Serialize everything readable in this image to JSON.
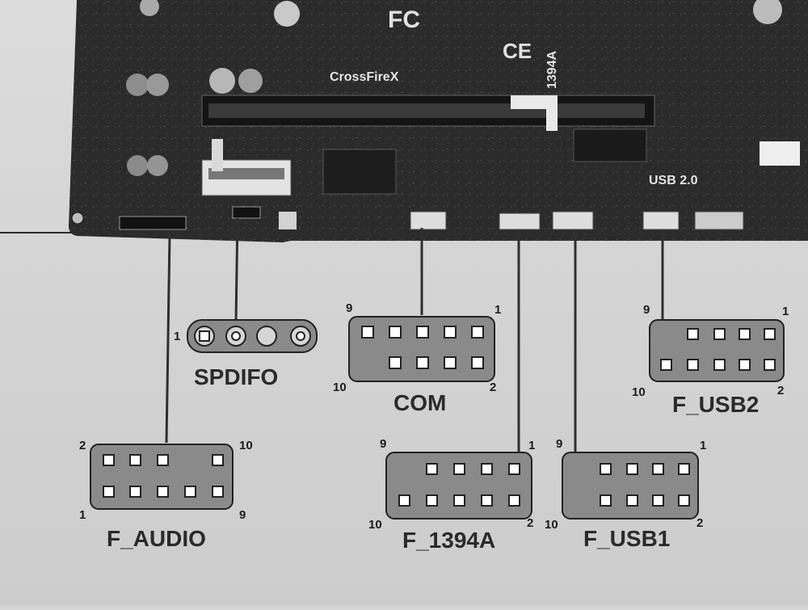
{
  "board": {
    "silk_crossfirex": "CrossFireX",
    "silk_usb20": "USB 2.0",
    "silk_1394a": "1394A"
  },
  "connectors": {
    "spdifo": {
      "title": "SPDIFO",
      "pin_left": "1"
    },
    "com": {
      "title": "COM",
      "pin_tl": "9",
      "pin_tr": "1",
      "pin_bl": "10",
      "pin_br": "2"
    },
    "f_usb2": {
      "title": "F_USB2",
      "pin_tl": "9",
      "pin_tr": "1",
      "pin_bl": "10",
      "pin_br": "2"
    },
    "f_audio": {
      "title": "F_AUDIO",
      "pin_tl": "2",
      "pin_tr": "10",
      "pin_bl": "1",
      "pin_br": "9"
    },
    "f_1394a": {
      "title": "F_1394A",
      "pin_tl": "9",
      "pin_tr": "1",
      "pin_bl": "10",
      "pin_br": "2"
    },
    "f_usb1": {
      "title": "F_USB1",
      "pin_tl": "9",
      "pin_tr": "1",
      "pin_bl": "10",
      "pin_br": "2"
    }
  }
}
